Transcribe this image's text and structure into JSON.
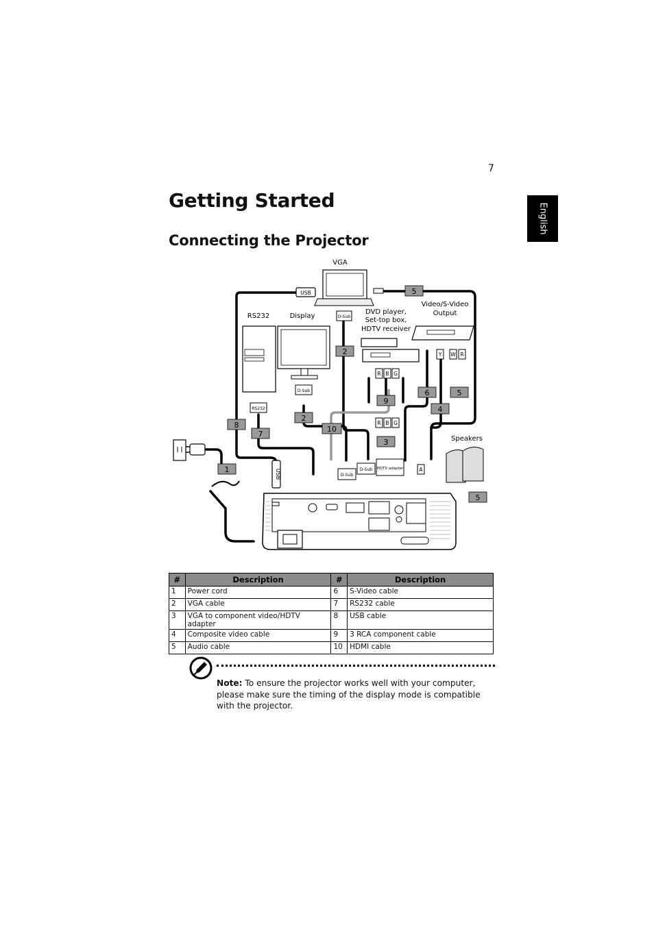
{
  "page": {
    "number": "7",
    "title": "Getting Started",
    "section": "Connecting the Projector",
    "language_tab": "English"
  },
  "diagram": {
    "labels": {
      "vga": "VGA",
      "rs232": "RS232",
      "display": "Display",
      "dvd_l1": "DVD player,",
      "dvd_l2": "Set-top box,",
      "dvd_l3": "HDTV receiver",
      "vso_l1": "Video/S-Video",
      "vso_l2": "Output",
      "speakers": "Speakers",
      "usb_tag": "USB",
      "dsub": "D-Sub",
      "rs232_small": "RS232",
      "usb_vertical": "USB",
      "hdtv_adapter": "HDTV adapter",
      "r": "R",
      "b": "B",
      "g": "G",
      "y": "Y",
      "w": "W",
      "a": "A"
    },
    "callouts": {
      "c1": "1",
      "c2": "2",
      "c3": "3",
      "c4": "4",
      "c5": "5",
      "c6": "6",
      "c7": "7",
      "c8": "8",
      "c9": "9",
      "c10": "10"
    }
  },
  "table": {
    "headers": {
      "num": "#",
      "desc": "Description"
    },
    "rows": [
      {
        "n1": "1",
        "d1": "Power cord",
        "n2": "6",
        "d2": "S-Video cable"
      },
      {
        "n1": "2",
        "d1": "VGA cable",
        "n2": "7",
        "d2": "RS232 cable"
      },
      {
        "n1": "3",
        "d1": "VGA to component video/HDTV adapter",
        "n2": "8",
        "d2": "USB cable"
      },
      {
        "n1": "4",
        "d1": "Composite video cable",
        "n2": "9",
        "d2": "3 RCA component cable"
      },
      {
        "n1": "5",
        "d1": "Audio cable",
        "n2": "10",
        "d2": "HDMI cable"
      }
    ]
  },
  "note": {
    "label": "Note:",
    "text": " To ensure the projector works well with your computer, please make sure the timing of the display mode is compatible with the projector."
  },
  "icons": [
    "note-pen-icon",
    "usb-tag-icon",
    "power-plug-icon",
    "wall-outlet-icon"
  ]
}
